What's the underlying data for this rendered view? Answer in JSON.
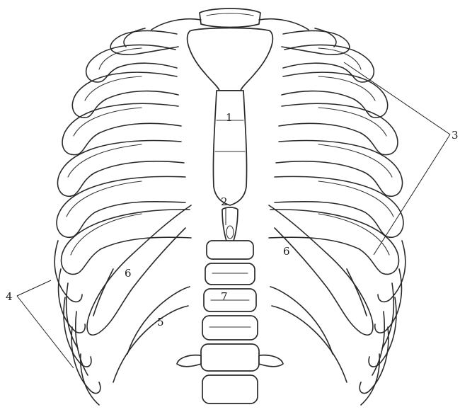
{
  "diagram": {
    "labels": [
      "1",
      "2",
      "3",
      "4",
      "5",
      "6",
      "6",
      "7"
    ]
  }
}
